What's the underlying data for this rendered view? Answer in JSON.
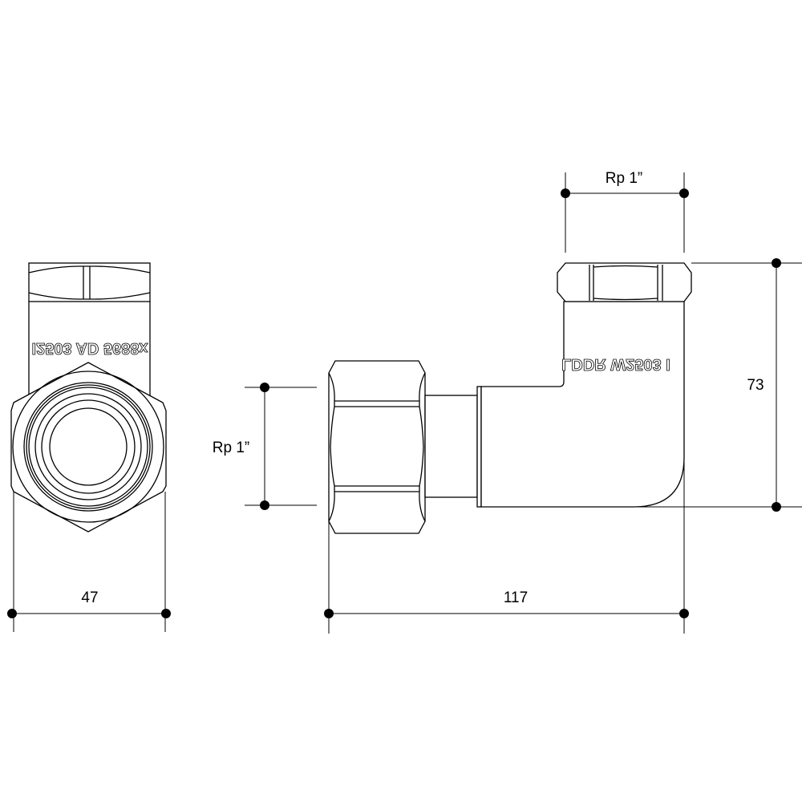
{
  "dimensions": {
    "end_width": "47",
    "overall_length": "117",
    "height": "73",
    "thread_top": "Rp 1”",
    "thread_side": "Rp 1”"
  },
  "markings": {
    "end_view": "I2503  AD 5688x",
    "side_view": "LDDR W2503 I"
  }
}
